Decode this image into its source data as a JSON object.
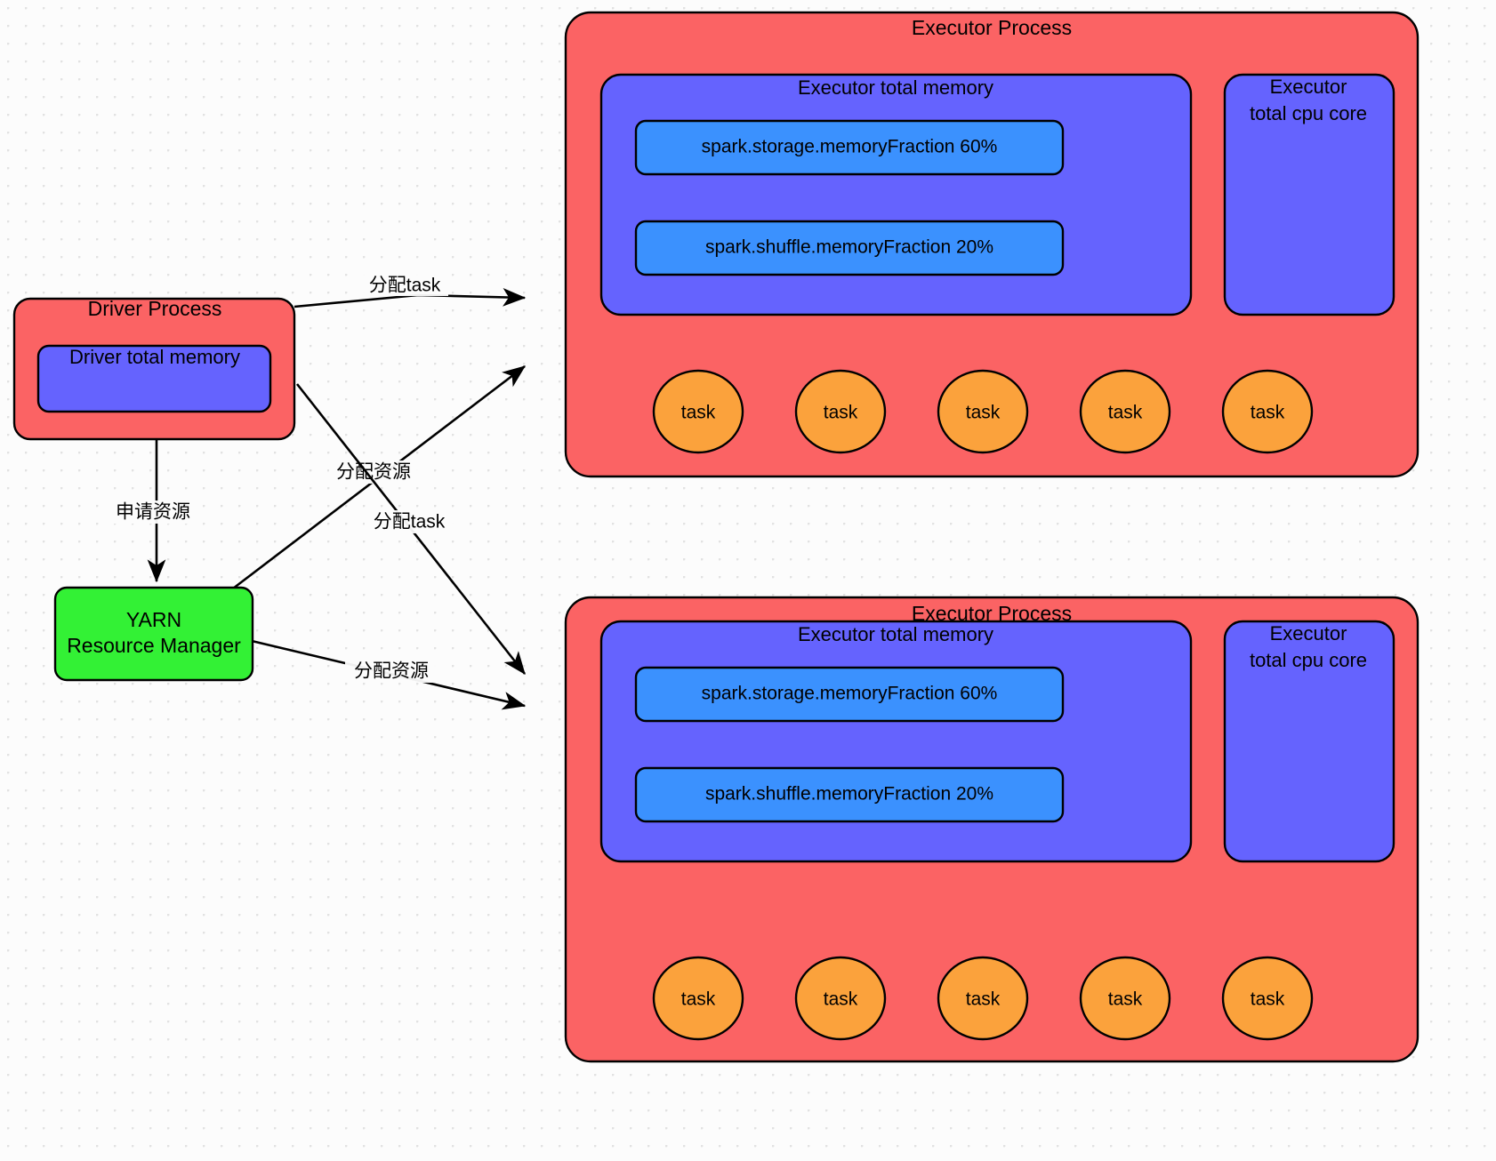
{
  "diagram": {
    "title": "Spark on YARN resource and task allocation",
    "colors": {
      "process_red": "#fb6364",
      "memory_purple": "#6563fe",
      "fraction_blue": "#3b91fe",
      "yarn_green": "#33f135",
      "task_orange": "#fba23c",
      "stroke": "#000000",
      "background": "#fcfcfc",
      "grid_dot": "#e2e2e2"
    },
    "driver": {
      "title": "Driver Process",
      "memory": "Driver total memory"
    },
    "yarn": {
      "line1": "YARN",
      "line2": "Resource Manager"
    },
    "executors": [
      {
        "title": "Executor Process",
        "memory_title": "Executor total memory",
        "fractions": [
          "spark.storage.memoryFraction 60%",
          "spark.shuffle.memoryFraction 20%"
        ],
        "cpu_title_line1": "Executor",
        "cpu_title_line2": "total cpu core",
        "tasks": [
          "task",
          "task",
          "task",
          "task",
          "task"
        ]
      },
      {
        "title": "Executor Process",
        "memory_title": "Executor total memory",
        "fractions": [
          "spark.storage.memoryFraction 60%",
          "spark.shuffle.memoryFraction 20%"
        ],
        "cpu_title_line1": "Executor",
        "cpu_title_line2": "total cpu core",
        "tasks": [
          "task",
          "task",
          "task",
          "task",
          "task"
        ]
      }
    ],
    "edges": [
      {
        "id": "driver-to-exec1-task",
        "label": "分配task"
      },
      {
        "id": "yarn-to-exec1-resource",
        "label": "分配资源"
      },
      {
        "id": "driver-to-exec2-task",
        "label": "分配task"
      },
      {
        "id": "driver-to-yarn-request",
        "label": "申请资源"
      },
      {
        "id": "yarn-to-exec2-resource",
        "label": "分配资源"
      }
    ]
  }
}
